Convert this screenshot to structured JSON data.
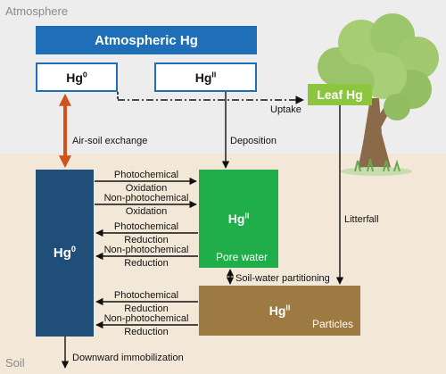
{
  "regions": {
    "atmosphere": "Atmosphere",
    "soil": "Soil"
  },
  "boxes": {
    "atmospheric_hg": "Atmospheric Hg",
    "hg0_atm": {
      "base": "Hg",
      "sup": "0"
    },
    "hgII_atm": {
      "base": "Hg",
      "sup": "II"
    },
    "leaf_hg": "Leaf Hg",
    "hg0_soil": {
      "base": "Hg",
      "sup": "0"
    },
    "hgII_pore": {
      "base": "Hg",
      "sup": "II"
    },
    "pore_water": "Pore water",
    "hgII_particles": {
      "base": "Hg",
      "sup": "II"
    },
    "particles": "Particles"
  },
  "labels": {
    "uptake": "Uptake",
    "air_soil_exchange": "Air-soil exchange",
    "deposition": "Deposition",
    "litterfall": "Litterfall",
    "soil_water_partitioning": "Soil-water partitioning",
    "downward_immobilization": "Downward immobilization",
    "pore_arrows": [
      "Photochemical",
      "Oxidation",
      "Non-photochemical",
      "Oxidation",
      "Photochemical",
      "Reduction",
      "Non-photochemical",
      "Reduction"
    ],
    "particle_arrows": [
      "Photochemical",
      "Reduction",
      "Non-photochemical",
      "Reduction"
    ]
  },
  "colors": {
    "atmosphere_bg": "#ededee",
    "soil_bg": "#f3e8d7",
    "dark_blue": "#1e6fb8",
    "navy": "#1f4e79",
    "green": "#1fae4a",
    "leaf_green": "#8cc63f",
    "brown": "#9c7a41",
    "orange_arrow": "#d0531c"
  }
}
